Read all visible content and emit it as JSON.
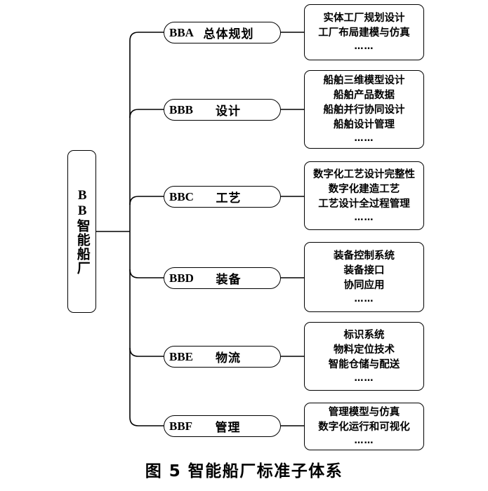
{
  "figure": {
    "caption": "图 5  智能船厂标准子体系",
    "root": {
      "code": "BB",
      "label": "智能船厂",
      "text": "BB智能船厂"
    },
    "ellipsis": "……",
    "branches": [
      {
        "code": "BBA",
        "label": "总体规划",
        "items": [
          "实体工厂规划设计",
          "工厂布局建模与仿真"
        ],
        "has_ellipsis": true
      },
      {
        "code": "BBB",
        "label": "设计",
        "items": [
          "船舶三维模型设计",
          "船舶产品数据",
          "船舶并行协同设计",
          "船舶设计管理"
        ],
        "has_ellipsis": true
      },
      {
        "code": "BBC",
        "label": "工艺",
        "items": [
          "数字化工艺设计完整性",
          "数字化建造工艺",
          "工艺设计全过程管理"
        ],
        "has_ellipsis": true
      },
      {
        "code": "BBD",
        "label": "装备",
        "items": [
          "装备控制系统",
          "装备接口",
          "协同应用"
        ],
        "has_ellipsis": true
      },
      {
        "code": "BBE",
        "label": "物流",
        "items": [
          "标识系统",
          "物料定位技术",
          "智能仓储与配送"
        ],
        "has_ellipsis": true
      },
      {
        "code": "BBF",
        "label": "管理",
        "items": [
          "管理模型与仿真",
          "数字化运行和可视化"
        ],
        "has_ellipsis": true
      }
    ],
    "colors": {
      "stroke": "#000000",
      "background": "#ffffff",
      "text": "#000000"
    }
  }
}
